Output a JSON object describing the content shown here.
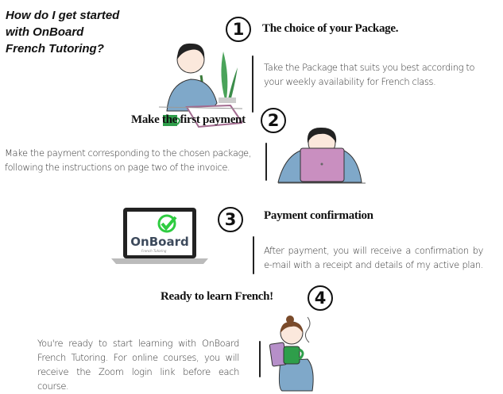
{
  "title": "How do I get started\nwith OnBoard\nFrench Tutoring?",
  "steps": [
    {
      "number": "1",
      "heading": "The choice of your Package.",
      "description": "Take the Package that suits you best according to your weekly availability for French class."
    },
    {
      "number": "2",
      "heading": "Make the first payment",
      "description": "Make the payment corresponding to the chosen package, following the instructions on page two of the invoice."
    },
    {
      "number": "3",
      "heading": "Payment confirmation",
      "description": "After payment, you will receive a confirmation by e-mail with a receipt and details of my active plan."
    },
    {
      "number": "4",
      "heading": "Ready to learn French!",
      "description": "You're ready to start learning with OnBoard French Tutoring. For online courses, you will receive the Zoom login link before each course."
    }
  ],
  "laptop_logo": {
    "brand": "OnBoard",
    "tagline": "French Tutoring"
  },
  "colors": {
    "shirt": "#7fa8c9",
    "cup": "#2e9e4a",
    "laptop_pink": "#c98fc0",
    "check": "#2ecc40",
    "logo": "#3d4a5c"
  }
}
